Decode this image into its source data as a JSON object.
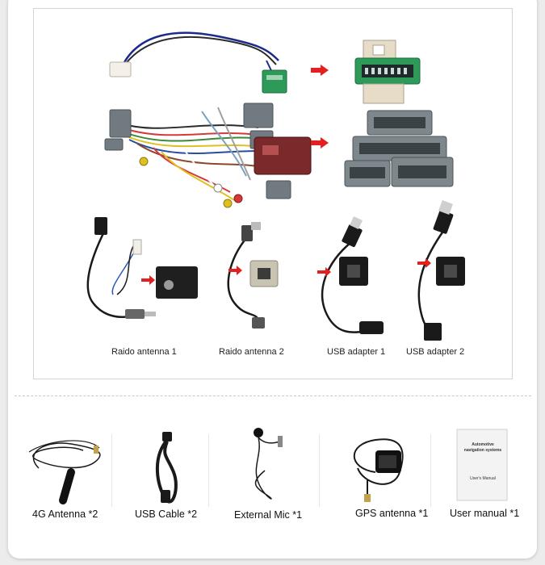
{
  "harness_panel": {
    "items": [
      {
        "label": "Raido antenna 1"
      },
      {
        "label": "Raido antenna 2"
      },
      {
        "label": "USB adapter 1"
      },
      {
        "label": "USB adapter 2"
      }
    ]
  },
  "accessories": {
    "items": [
      {
        "label": "4G Antenna *2"
      },
      {
        "label": "USB Cable *2"
      },
      {
        "label": "External Mic *1"
      },
      {
        "label": "GPS antenna *1"
      },
      {
        "label": "User manual *1"
      }
    ],
    "manual": {
      "title": "Automotive navigation systems",
      "subtitle": "User's Manual"
    }
  },
  "colors": {
    "arrow": "#e41f1f",
    "connector_gray": "#707a80",
    "connector_green": "#2e9a5a",
    "box_red": "#7a2a2a"
  }
}
